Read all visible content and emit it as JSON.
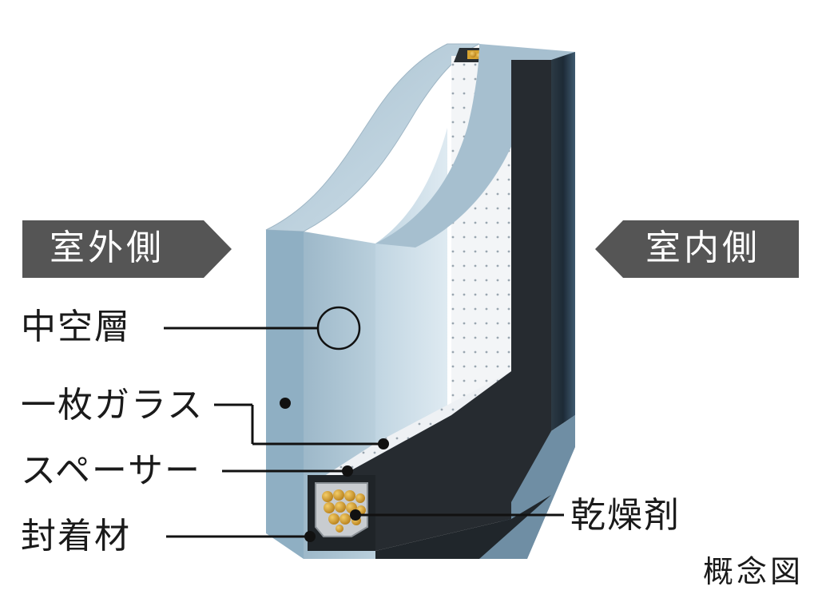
{
  "sides": {
    "outdoor": "室外側",
    "indoor": "室内側"
  },
  "labels": {
    "hollow_layer": "中空層",
    "single_glass": "一枚ガラス",
    "spacer": "スペーサー",
    "sealant": "封着材",
    "desiccant": "乾燥剤"
  },
  "note": "概念図",
  "colors": {
    "arrow_fill": "#555555",
    "glass_front": "#8aa9bd",
    "glass_light": "#c9dbe6",
    "glass_edge": "#a9c2d1",
    "sealant": "#262b30",
    "spacer_white": "#f4f6f8",
    "desiccant": "#d9a32a",
    "leader": "#111111"
  }
}
